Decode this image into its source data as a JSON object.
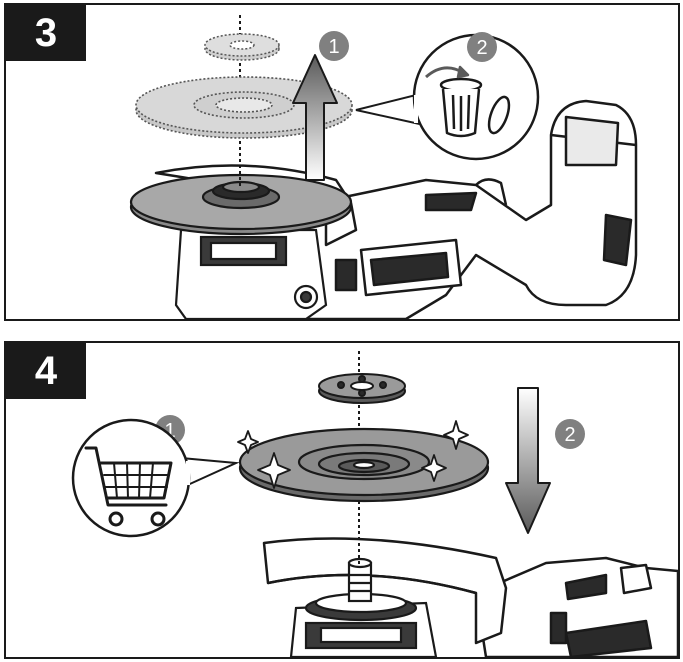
{
  "steps": [
    {
      "number": "3",
      "markers": [
        "1",
        "2"
      ]
    },
    {
      "number": "4",
      "markers": [
        "1",
        "2"
      ]
    }
  ],
  "colors": {
    "ink": "#1a1a1a",
    "old_disc": "#d2d2d2",
    "new_disc": "#8a8a8a",
    "marker_fill": "#808080",
    "arrow_top": "#ffffff",
    "arrow_bottom": "#5a5a5a"
  },
  "icons": {
    "remove_step_trash": "trash-can-icon",
    "install_step_cart": "shopping-cart-icon"
  }
}
